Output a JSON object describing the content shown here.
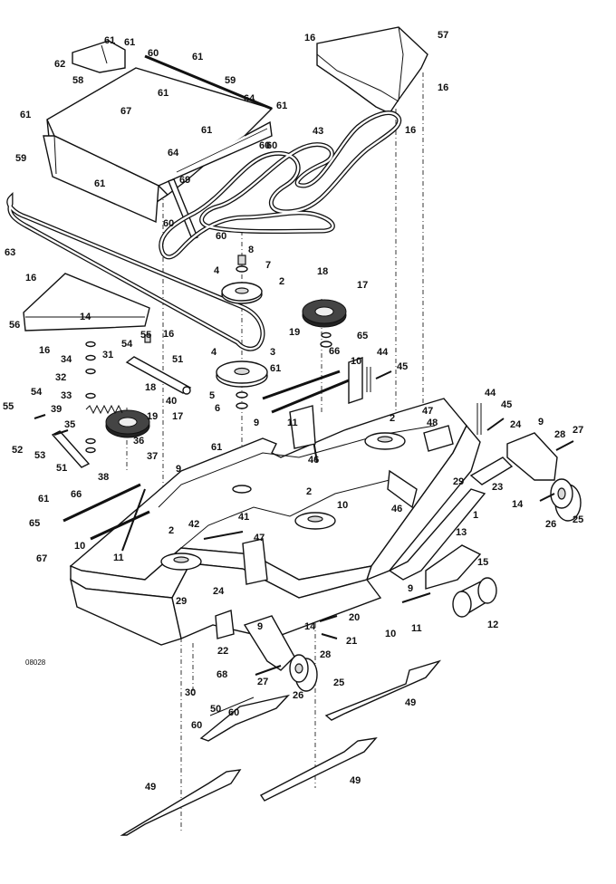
{
  "drawing_number": "08028",
  "callouts": [
    "61",
    "61",
    "62",
    "67",
    "60",
    "61",
    "58",
    "59",
    "61",
    "64",
    "61",
    "60",
    "61",
    "59",
    "61",
    "60",
    "64",
    "61",
    "69",
    "60",
    "60",
    "16",
    "57",
    "16",
    "16",
    "43",
    "63",
    "8",
    "7",
    "4",
    "2",
    "18",
    "17",
    "16",
    "56",
    "14",
    "16",
    "34",
    "16",
    "31",
    "54",
    "55",
    "51",
    "19",
    "66",
    "65",
    "44",
    "45",
    "4",
    "3",
    "61",
    "10",
    "5",
    "6",
    "18",
    "40",
    "32",
    "33",
    "39",
    "35",
    "36",
    "37",
    "38",
    "17",
    "19",
    "55",
    "54",
    "52",
    "53",
    "51",
    "11",
    "9",
    "46",
    "48",
    "47",
    "2",
    "44",
    "45",
    "24",
    "9",
    "28",
    "27",
    "23",
    "14",
    "26",
    "25",
    "29",
    "1",
    "46",
    "61",
    "9",
    "2",
    "10",
    "66",
    "61",
    "65",
    "11",
    "10",
    "67",
    "42",
    "41",
    "47",
    "2",
    "13",
    "15",
    "9",
    "12",
    "10",
    "11",
    "29",
    "24",
    "20",
    "21",
    "28",
    "22",
    "14",
    "9",
    "25",
    "27",
    "26",
    "30",
    "68",
    "50",
    "60",
    "60",
    "49",
    "49",
    "49"
  ]
}
